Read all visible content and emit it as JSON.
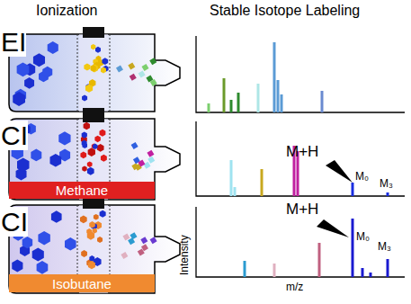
{
  "diagram": {
    "nodes": [
      {
        "text": [
          "Methane"
        ]
      },
      {
        "text": [
          "Isobutane"
        ]
      }
    ],
    "labels": [
      "Ionization",
      "Stable Isotope Labeling",
      "EI",
      "CI",
      "M+H",
      "M₀",
      "M₃",
      "CI",
      "M+H",
      "M₀",
      "M₃",
      "Intensity",
      "m/z"
    ]
  }
}
